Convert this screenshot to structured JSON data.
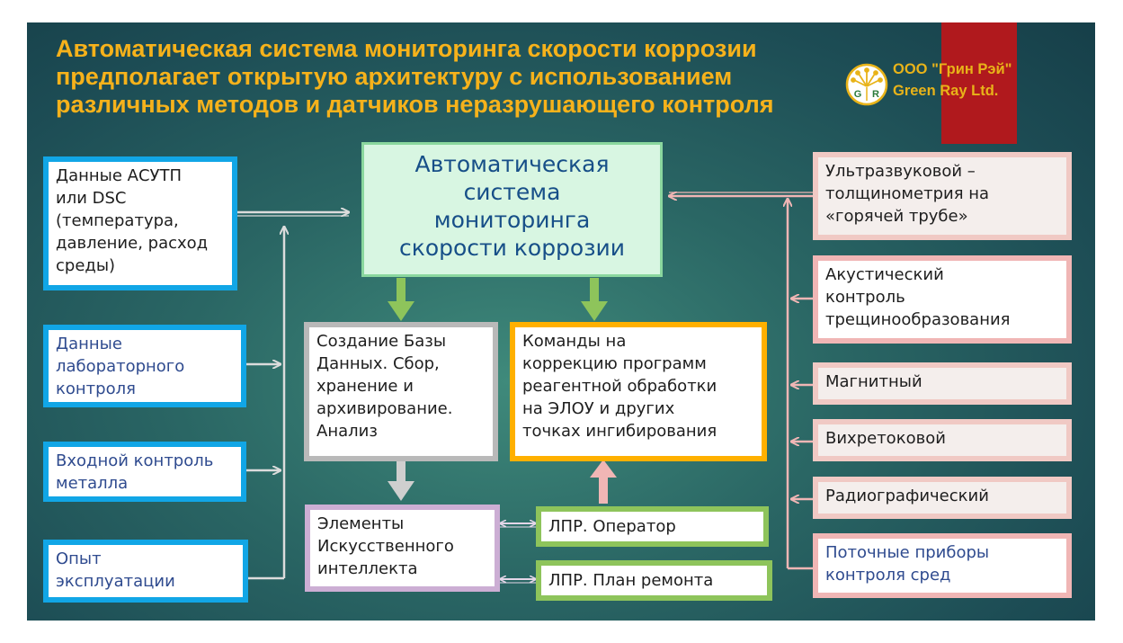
{
  "title_lines": [
    "Автоматическая система мониторинга скорости  коррозии",
    "предполагает открытую архитектуру  с использованием",
    "различных методов и датчиков неразрушающего контроля"
  ],
  "logo": {
    "letters": [
      "G",
      "R"
    ],
    "company_line1": "ООО \"Грин Рэй\"",
    "company_line2": "Green Ray Ltd."
  },
  "center": {
    "lines": [
      "Автоматическая",
      "система",
      "мониторинга",
      "скорости коррозии"
    ]
  },
  "left_inputs": [
    {
      "lines": [
        "Данные  АСУТП",
        "или DSC",
        "(температура,",
        "давление, расход",
        "среды)"
      ]
    },
    {
      "lines": [
        "Данные",
        "лабораторного",
        "контроля"
      ]
    },
    {
      "lines": [
        "Входной контроль",
        "металла"
      ]
    },
    {
      "lines": [
        "Опыт",
        "эксплуатации"
      ]
    }
  ],
  "right_methods": [
    {
      "lines": [
        "Ультразвуковой –",
        "толщинометрия на",
        "«горячей трубе»"
      ]
    },
    {
      "lines": [
        "Акустический",
        "контроль",
        "трещинообразования"
      ]
    },
    {
      "lines": [
        "Магнитный"
      ]
    },
    {
      "lines": [
        "Вихретоковой"
      ]
    },
    {
      "lines": [
        "Радиографический"
      ]
    },
    {
      "lines": [
        "Поточные приборы",
        "контроля сред"
      ]
    }
  ],
  "database_box": {
    "lines": [
      "Создание Базы",
      "Данных. Сбор,",
      "хранение и",
      "архивирование.",
      "Анализ"
    ]
  },
  "commands_box": {
    "lines": [
      "Команды на",
      "коррекцию программ",
      "реагентной обработки",
      "на ЭЛОУ и других",
      "точках ингибирования"
    ]
  },
  "ai_box": {
    "lines": [
      "Элементы",
      "Искусственного",
      "интеллекта"
    ]
  },
  "operator_box": {
    "lines": [
      "ЛПР. Оператор"
    ]
  },
  "repair_box": {
    "lines": [
      "ЛПР. План ремонта"
    ]
  },
  "colors": {
    "title": "#f6b21b",
    "blue_border": "#11a6e6",
    "pink_border": "#f0b6b5",
    "gray_border": "#b9b9b9",
    "orange_border": "#ffb000",
    "purple_border": "#ccaed4",
    "green_border": "#8ec45b",
    "accent_red": "#b0191d"
  }
}
